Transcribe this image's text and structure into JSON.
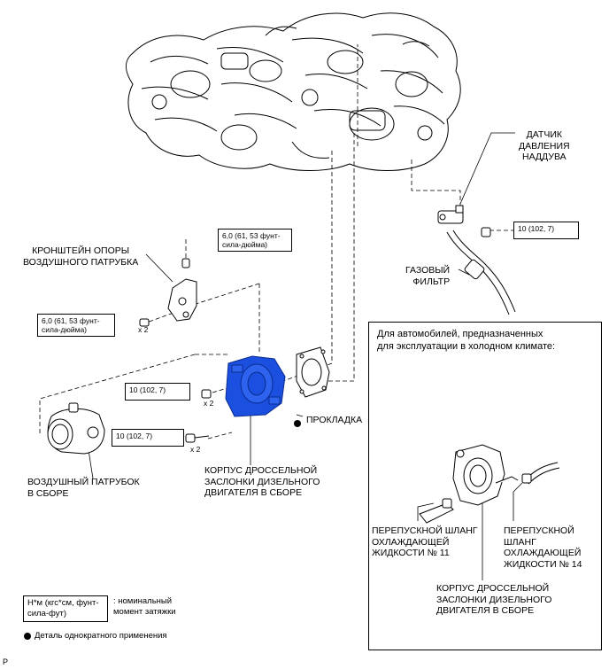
{
  "labels": {
    "boost_sensor": [
      "ДАТЧИК",
      "ДАВЛЕНИЯ",
      "НАДДУВА"
    ],
    "bracket": [
      "КРОНШТЕЙН ОПОРЫ",
      "ВОЗДУШНОГО ПАТРУБКА"
    ],
    "gas_filter": [
      "ГАЗОВЫЙ",
      "ФИЛЬТР"
    ],
    "gasket": "ПРОКЛАДКА",
    "air_inlet": [
      "ВОЗДУШНЫЙ ПАТРУБОК",
      "В СБОРЕ"
    ],
    "throttle_body": [
      "КОРПУС ДРОССЕЛЬНОЙ",
      "ЗАСЛОНКИ ДИЗЕЛЬНОГО",
      "ДВИГАТЕЛЯ В СБОРЕ"
    ]
  },
  "torques": {
    "top": [
      "6,0 (61, 53 фунт-",
      "сила-дюйма)"
    ],
    "left": [
      "6,0 (61, 53 фунт-",
      "сила-дюйма)"
    ],
    "sensor": "10 (102, 7)",
    "nut": "10 (102, 7)",
    "bolt": "10 (102, 7)"
  },
  "multipliers": {
    "left": "x 2",
    "nut": "x 2",
    "bolt": "x 2"
  },
  "inset": {
    "title": [
      "Для автомобилей, предназначенных",
      "для эксплуатации в холодном климате:"
    ],
    "hose11": [
      "ПЕРЕПУСКНОЙ ШЛАНГ",
      "ОХЛАЖДАЮЩЕЙ",
      "ЖИДКОСТИ № 11"
    ],
    "hose14": [
      "ПЕРЕПУСКНОЙ",
      "ШЛАНГ",
      "ОХЛАЖДАЮЩЕЙ",
      "ЖИДКОСТИ № 14"
    ],
    "throttle_body": [
      "КОРПУС ДРОССЕЛЬНОЙ",
      "ЗАСЛОНКИ ДИЗЕЛЬНОГО",
      "ДВИГАТЕЛЯ В СБОРЕ"
    ]
  },
  "legend": {
    "unit_box": [
      "Н*м (кгс*см, фунт-",
      "сила-фут)"
    ],
    "unit_desc": [
      ": номинальный",
      "момент затяжки"
    ],
    "single_use": "Деталь однократного применения"
  },
  "corner_mark": "P",
  "colors": {
    "highlight": "#1a4fe0",
    "line": "#000000"
  }
}
